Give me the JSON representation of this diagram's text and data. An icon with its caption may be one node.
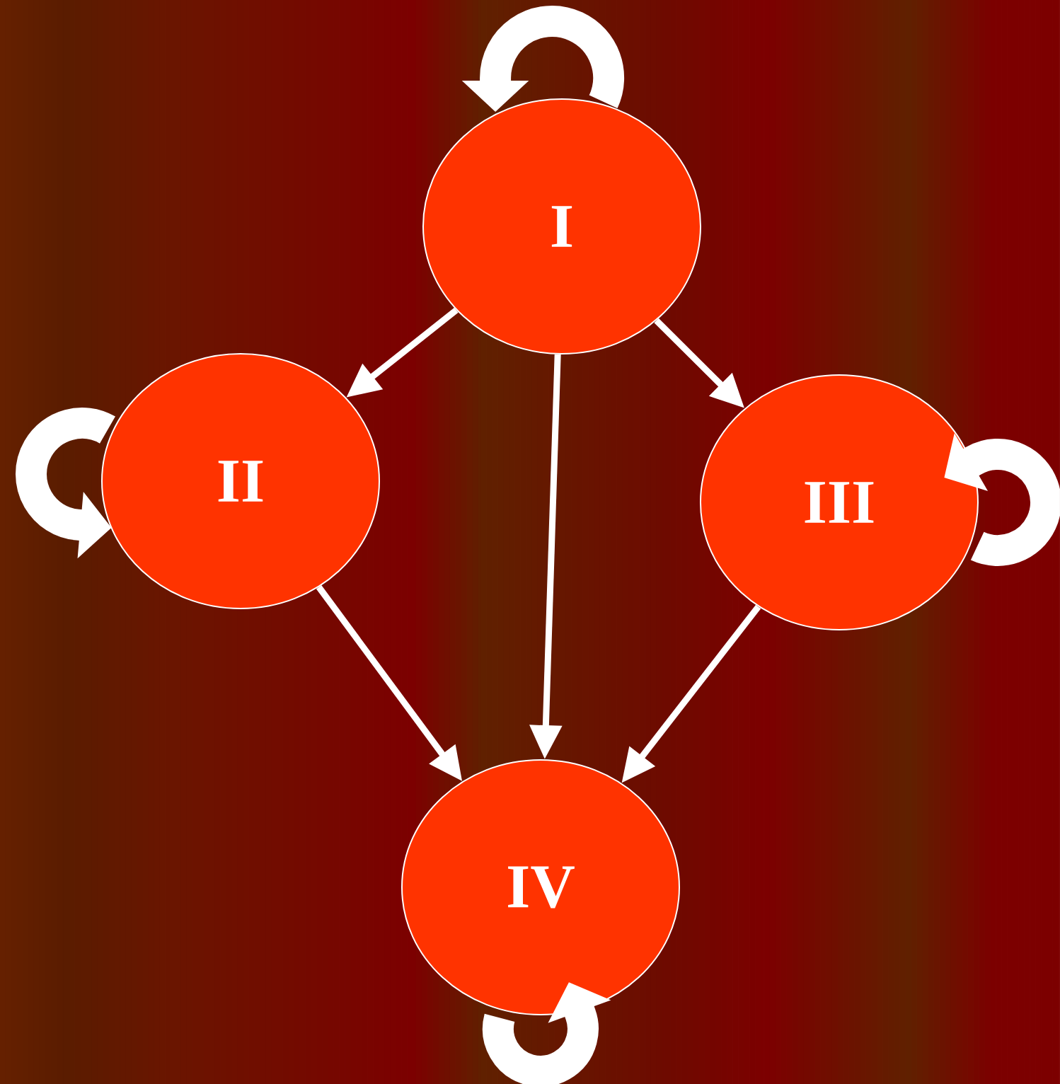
{
  "diagram": {
    "nodes": [
      {
        "text": [
          "I"
        ]
      },
      {
        "text": [
          "II"
        ]
      },
      {
        "text": [
          "III"
        ]
      },
      {
        "text": [
          "IV"
        ]
      }
    ],
    "edges": [
      {
        "from": 0,
        "to": 0,
        "arrow": "to",
        "style": "thick"
      },
      {
        "from": 0,
        "to": 1,
        "arrow": "to"
      },
      {
        "from": 0,
        "to": 2,
        "arrow": "to"
      },
      {
        "from": 0,
        "to": 3,
        "arrow": "to"
      },
      {
        "from": 1,
        "to": 1,
        "arrow": "to",
        "style": "thick"
      },
      {
        "from": 2,
        "to": 2,
        "arrow": "to",
        "style": "thick"
      },
      {
        "from": 1,
        "to": 3,
        "arrow": "to"
      },
      {
        "from": 2,
        "to": 3,
        "arrow": "to"
      },
      {
        "from": 3,
        "to": 3,
        "arrow": "to",
        "style": "thick"
      }
    ]
  }
}
